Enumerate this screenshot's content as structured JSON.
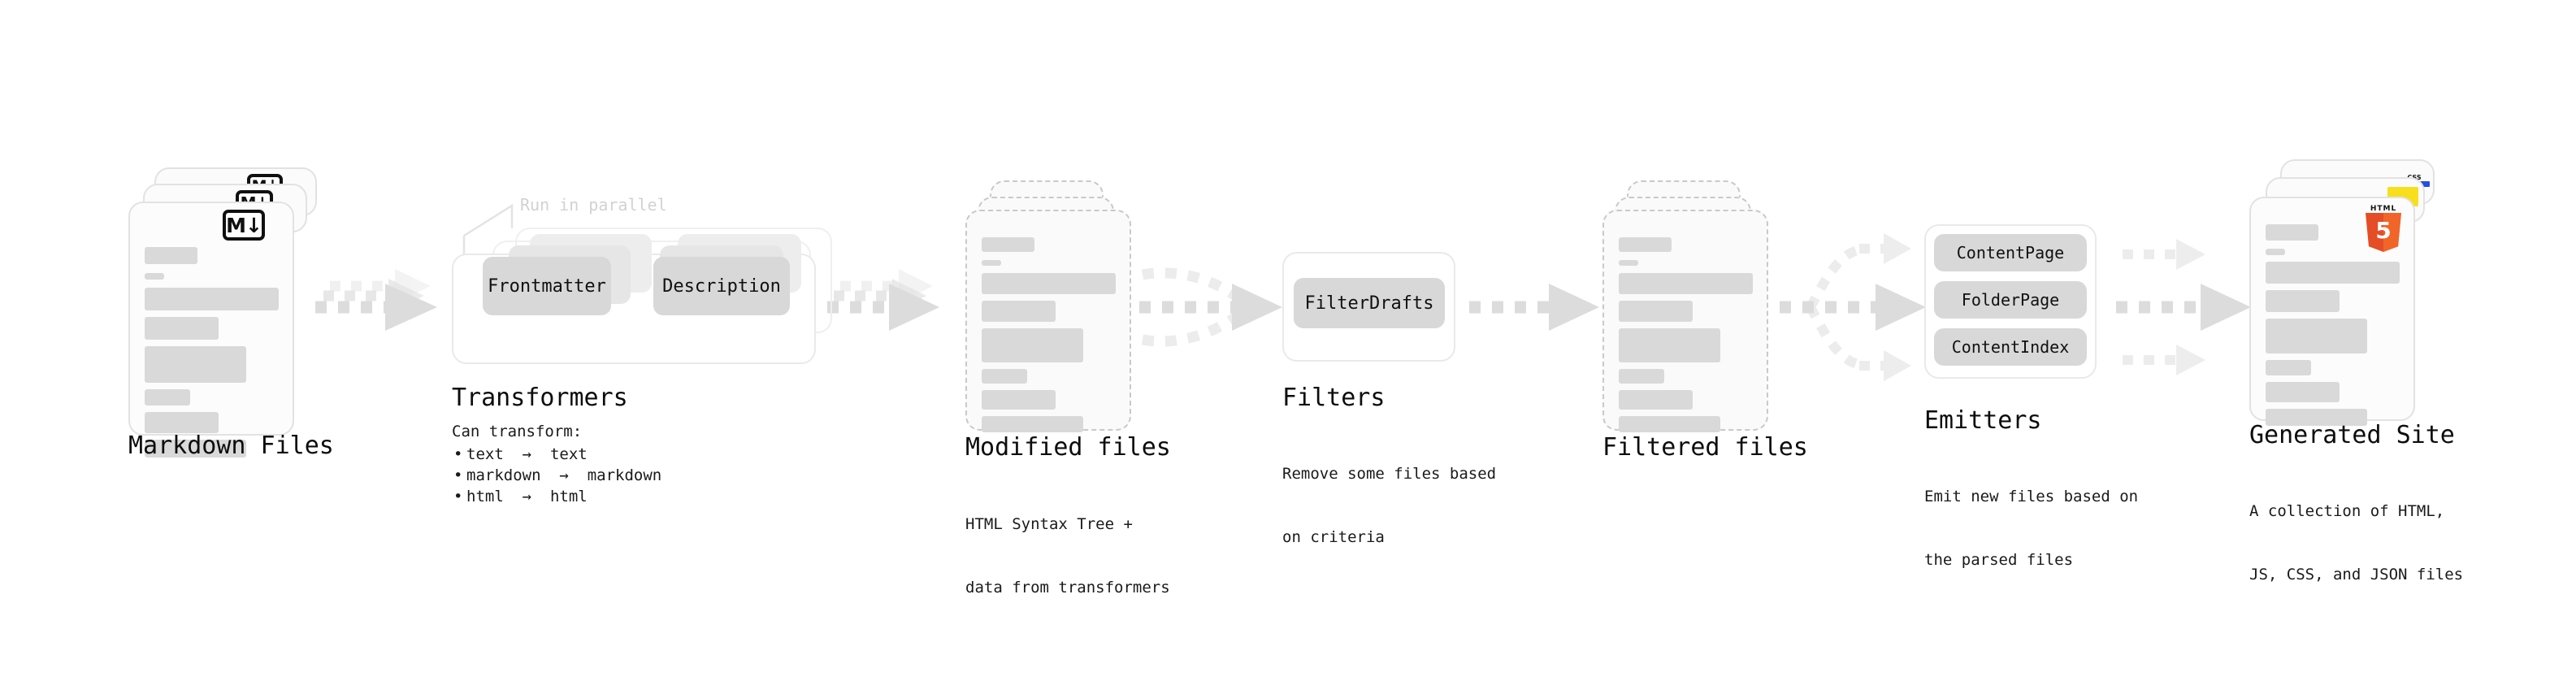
{
  "stages": {
    "markdown": {
      "title": "Markdown Files",
      "icon": "markdown-icon",
      "icon_label": "M↓"
    },
    "transformers": {
      "title": "Transformers",
      "note": "Run in parallel",
      "chips": [
        "Frontmatter",
        "Description"
      ],
      "desc_heading": "Can transform:",
      "desc_items": [
        "text  →  text",
        "markdown  →  markdown",
        "html  →  html"
      ]
    },
    "modified": {
      "title": "Modified files",
      "desc_line1": "HTML Syntax Tree +",
      "desc_line2": "data from transformers"
    },
    "filters": {
      "title": "Filters",
      "chips": [
        "FilterDrafts"
      ],
      "desc_line1": "Remove some files based",
      "desc_line2": "on criteria"
    },
    "filtered": {
      "title": "Filtered files"
    },
    "emitters": {
      "title": "Emitters",
      "chips": [
        "ContentPage",
        "FolderPage",
        "ContentIndex"
      ],
      "desc_line1": "Emit new files based on",
      "desc_line2": "the parsed files"
    },
    "generated": {
      "title": "Generated Site",
      "desc_line1": "A collection of HTML,",
      "desc_line2": "JS, CSS, and JSON files",
      "badges": {
        "html5_cap": "HTML",
        "html5_num": "5",
        "css_cap": "CSS"
      }
    }
  },
  "colors": {
    "background": "#ffffff",
    "card_fill": "#fbfbfb",
    "card_border": "#e2e2e2",
    "dashed_border": "#c9c9c9",
    "skeleton": "#d9d9d9",
    "chip": "#d8d8d8",
    "arrow": "#dddddd",
    "note_text": "#d2d2d2",
    "text": "#0d0d0d",
    "html5": "#e44d26",
    "css": "#264de4",
    "js": "#f7df1e"
  }
}
